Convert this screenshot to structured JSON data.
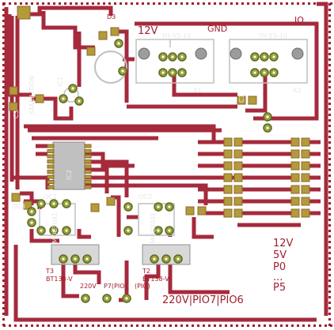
{
  "colors": {
    "trace": "#a52a3c",
    "pad": "#8a8f2c",
    "pad_ring": "#9aa13a",
    "copper_fill": "#b39b3a",
    "silk": "#c0c0c0",
    "label": "#a01e2e",
    "dot": "#a01e2e"
  },
  "labels": {
    "d3": "D3",
    "v12_top": "12V",
    "gnd": "GND",
    "io": "IO",
    "yh_left": "YH-55-10",
    "yh_right": "YH-55-10",
    "x1": "X1",
    "x2": "X2",
    "ic1": "IC1",
    "stabilization": "STABILITION",
    "c3": "C3",
    "c1": "C1",
    "ic2": "IC2",
    "oc1": "OC1",
    "oc2": "OC2",
    "oc3": "OC3",
    "moc_left": "MOC3041",
    "moc_right": "MOC3041",
    "t3": "T3",
    "t2": "T2",
    "bt_left": "BT138-V",
    "bt_right": "BT138-V",
    "v220": "220V",
    "p7pio": "P7(PIO)",
    "p6pio": "(PIO)",
    "bottom_line": "220V|PIO7|PIO6",
    "right_list": [
      "12V",
      "5V",
      "P0",
      "...",
      "P5"
    ]
  }
}
